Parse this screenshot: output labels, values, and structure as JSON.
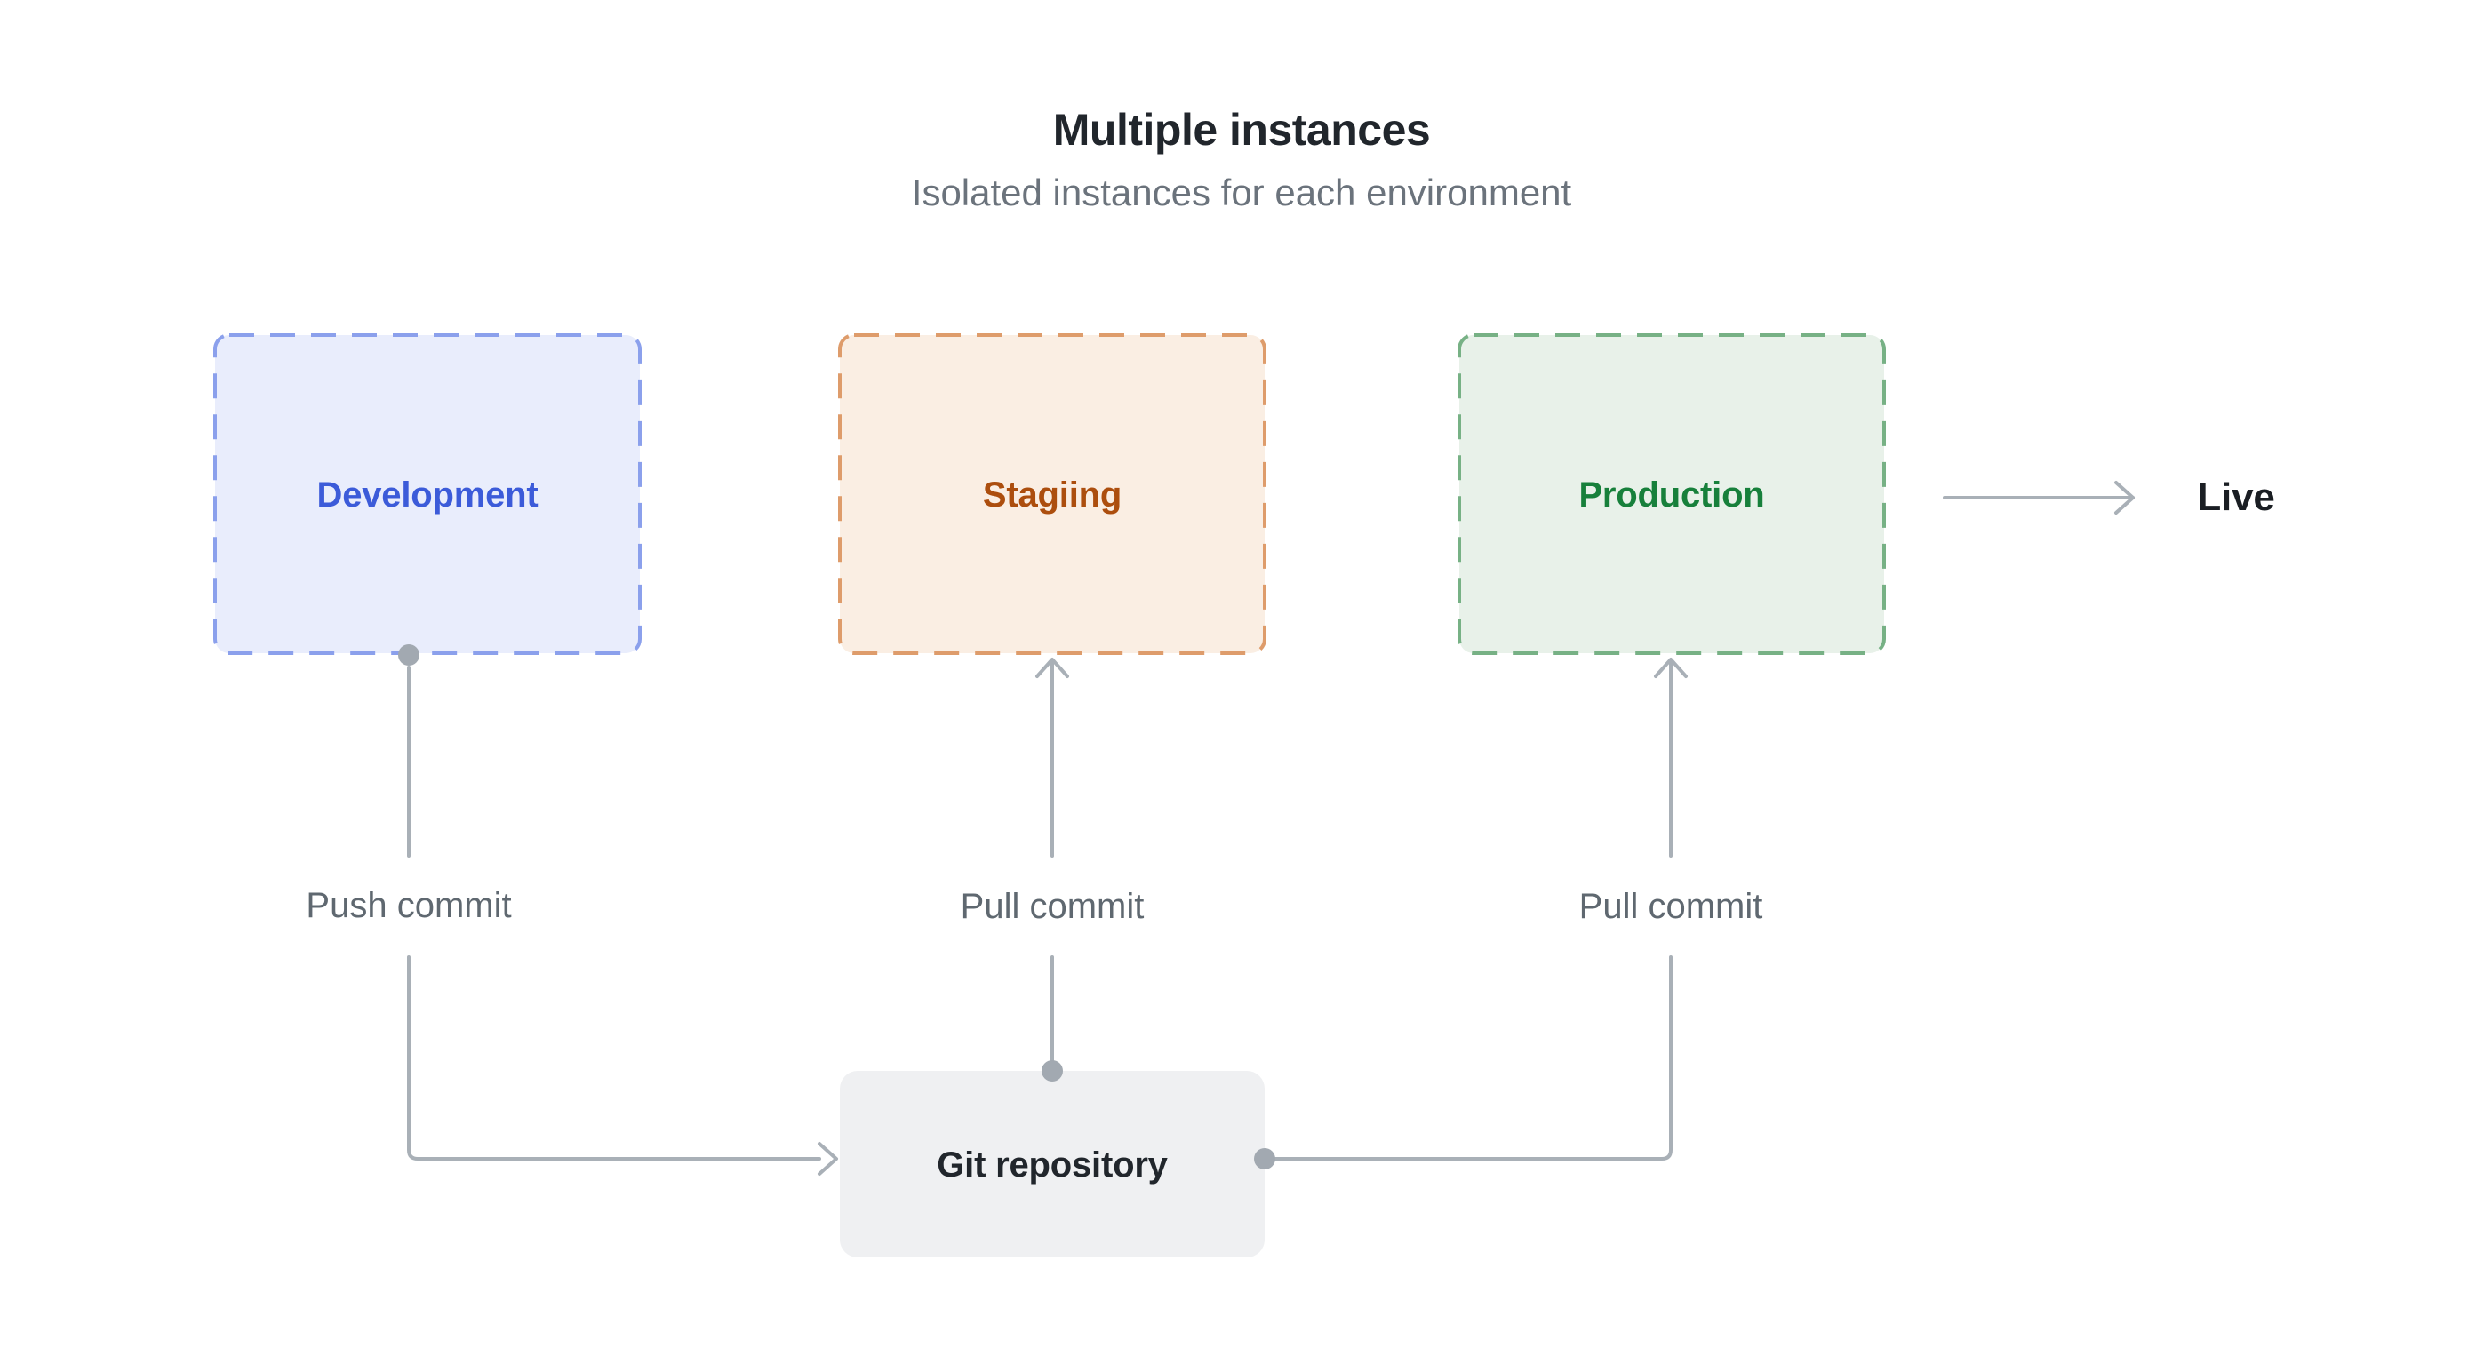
{
  "header": {
    "title": "Multiple instances",
    "subtitle": "Isolated instances for each environment"
  },
  "nodes": {
    "development": {
      "label": "Development",
      "fill": "#E9EDFC",
      "border": "#8BA0EC",
      "text_color": "#3C5BD9"
    },
    "staging": {
      "label": "Stagiing",
      "fill": "#FAEEE3",
      "border": "#DE9C6B",
      "text_color": "#AC4E0E"
    },
    "production": {
      "label": "Production",
      "fill": "#E8F1E9",
      "border": "#77B185",
      "text_color": "#17803B"
    },
    "git": {
      "label": "Git repository",
      "fill": "#EFF0F2",
      "text_color": "#21262C"
    }
  },
  "edges": {
    "push_commit": {
      "label": "Push commit"
    },
    "pull_commit_staging": {
      "label": "Pull commit"
    },
    "pull_commit_production": {
      "label": "Pull commit"
    },
    "live": {
      "label": "Live"
    }
  },
  "colors": {
    "background": "#FFFFFF",
    "title": "#21262C",
    "subtitle": "#6B737C",
    "edge_label": "#5F6870",
    "live_text": "#1A1E23",
    "line": "#A9B0B7",
    "dot": "#A2A9B1"
  }
}
